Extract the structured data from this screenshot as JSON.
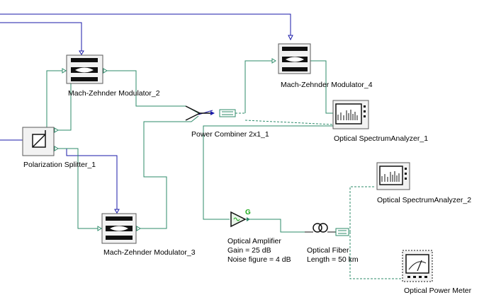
{
  "components": {
    "mzm2": {
      "label": "Mach-Zehnder Modulator_2"
    },
    "mzm3": {
      "label": "Mach-Zehnder Modulator_3"
    },
    "mzm4": {
      "label": "Mach-Zehnder Modulator_4"
    },
    "splitter": {
      "label": "Polarization Splitter_1"
    },
    "combiner": {
      "label": "Power Combiner 2x1_1"
    },
    "osa1": {
      "label": "Optical SpectrumAnalyzer_1"
    },
    "osa2": {
      "label": "Optical SpectrumAnalyzer_2"
    },
    "amp": {
      "label": "Optical Amplifier",
      "param1": "Gain = 25  dB",
      "param2": "Noise figure = 4  dB",
      "symbol": "G"
    },
    "fiber": {
      "label": "Optical Fiber",
      "param1": "Length = 50  km"
    },
    "meter": {
      "label": "Optical Power Meter"
    }
  },
  "colors": {
    "electrical_wire": "#1a1aa8",
    "optical_wire": "#2e8b6a",
    "amp_symbol": "#1aa81a"
  },
  "icons": [
    "mzm-icon",
    "polarization-splitter-icon",
    "power-combiner-icon",
    "spectrum-analyzer-icon",
    "optical-amplifier-icon",
    "optical-fiber-icon",
    "power-meter-icon"
  ]
}
